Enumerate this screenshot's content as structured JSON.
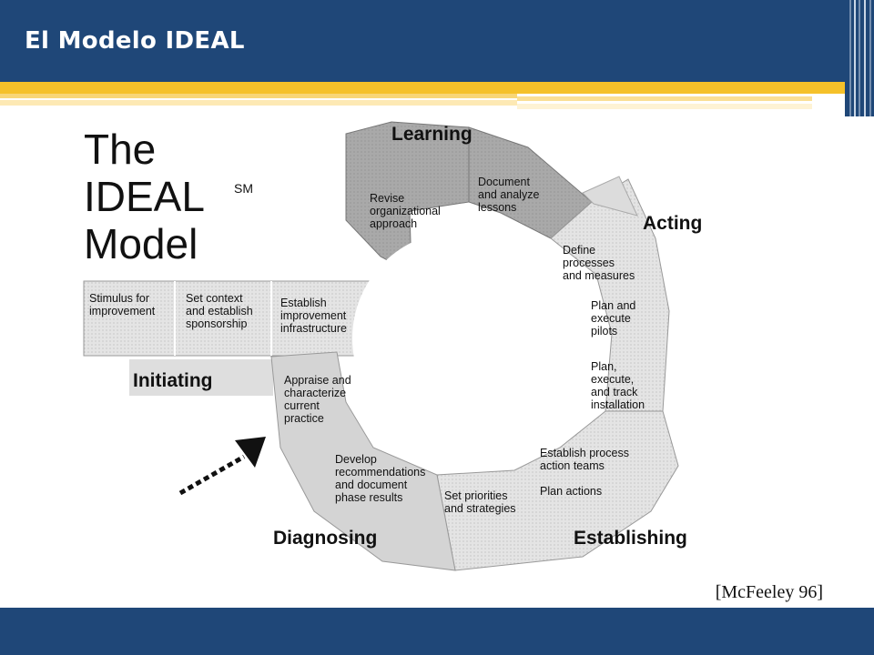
{
  "slide": {
    "title": "El Modelo IDEAL",
    "citation": "[McFeeley 96]"
  },
  "diagram": {
    "heading": {
      "line1": "The",
      "line2": "IDEAL",
      "mark": "SM",
      "line3": "Model"
    },
    "phases": {
      "learning": "Learning",
      "acting": "Acting",
      "initiating": "Initiating",
      "diagnosing": "Diagnosing",
      "establishing": "Establishing"
    },
    "steps": {
      "revise": [
        "Revise",
        "organizational",
        "approach"
      ],
      "document": [
        "Document",
        "and analyze",
        "lessons"
      ],
      "define": [
        "Define",
        "processes",
        "and measures"
      ],
      "plan_pilots": [
        "Plan and",
        "execute",
        "pilots"
      ],
      "plan_track": [
        "Plan,",
        "execute,",
        "and track",
        "installation"
      ],
      "establish_teams": [
        "Establish process",
        "action teams"
      ],
      "plan_actions": [
        "Plan actions"
      ],
      "set_priorities": [
        "Set priorities",
        "and strategies"
      ],
      "develop": [
        "Develop",
        "recommendations",
        "and document",
        "phase results"
      ],
      "appraise": [
        "Appraise and",
        "characterize",
        "current",
        "practice"
      ],
      "establish_infra": [
        "Establish",
        "improvement",
        "infrastructure"
      ],
      "set_context": [
        "Set context",
        "and establish",
        "sponsorship"
      ],
      "stimulus": [
        "Stimulus for",
        "improvement"
      ]
    },
    "colors": {
      "header": "#1f4778",
      "accent": "#f5c12a",
      "learning_fill": "#a7a7a7",
      "ring_fill": "#e2e2e2",
      "diagnosing_fill": "#cfcfcf"
    }
  }
}
